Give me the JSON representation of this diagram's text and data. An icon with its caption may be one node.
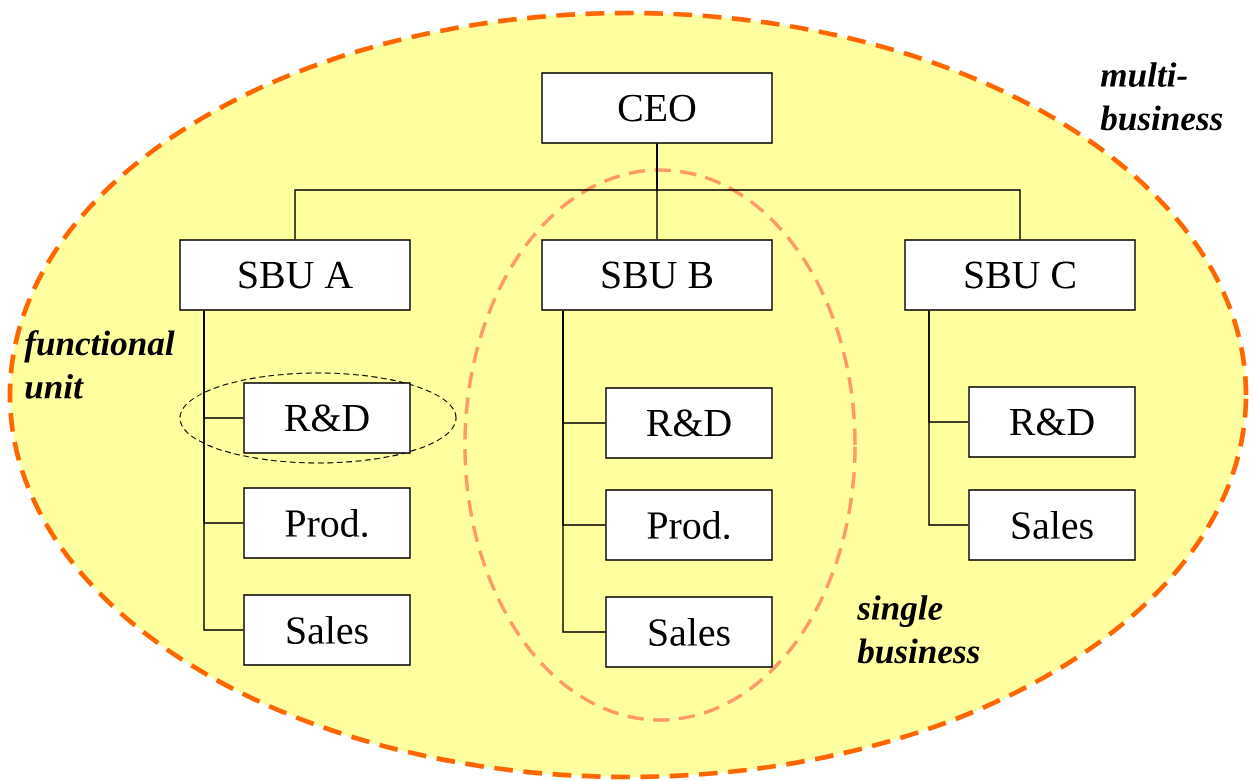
{
  "diagram": {
    "nodes": [
      {
        "text": [
          "multi- business"
        ]
      },
      {
        "text": [
          "CEO"
        ],
        "in": 0
      },
      {
        "text": [
          "single business"
        ],
        "in": 0
      },
      {
        "text": [
          "SBU A"
        ],
        "in": 0
      },
      {
        "text": [
          "SBU B"
        ],
        "in": 2
      },
      {
        "text": [
          "SBU C"
        ],
        "in": 0
      },
      {
        "text": [
          "functional unit"
        ],
        "in": 0
      },
      {
        "text": [
          "R&D"
        ],
        "in": 6
      },
      {
        "text": [
          "Prod."
        ],
        "in": 0
      },
      {
        "text": [
          "Sales"
        ],
        "in": 0
      },
      {
        "text": [
          "R&D"
        ],
        "in": 2
      },
      {
        "text": [
          "Prod."
        ],
        "in": 2
      },
      {
        "text": [
          "Sales"
        ],
        "in": 2
      },
      {
        "text": [
          "R&D"
        ],
        "in": 0
      },
      {
        "text": [
          "Sales"
        ],
        "in": 0
      }
    ],
    "edges": [
      {
        "from": 1,
        "to": 3,
        "arrow": "none"
      },
      {
        "from": 1,
        "to": 4,
        "arrow": "none"
      },
      {
        "from": 1,
        "to": 5,
        "arrow": "none"
      },
      {
        "from": 3,
        "to": 7,
        "arrow": "none"
      },
      {
        "from": 3,
        "to": 8,
        "arrow": "none"
      },
      {
        "from": 3,
        "to": 9,
        "arrow": "none"
      },
      {
        "from": 4,
        "to": 10,
        "arrow": "none"
      },
      {
        "from": 4,
        "to": 11,
        "arrow": "none"
      },
      {
        "from": 4,
        "to": 12,
        "arrow": "none"
      },
      {
        "from": 5,
        "to": 13,
        "arrow": "none"
      },
      {
        "from": 5,
        "to": 14,
        "arrow": "none"
      }
    ]
  }
}
